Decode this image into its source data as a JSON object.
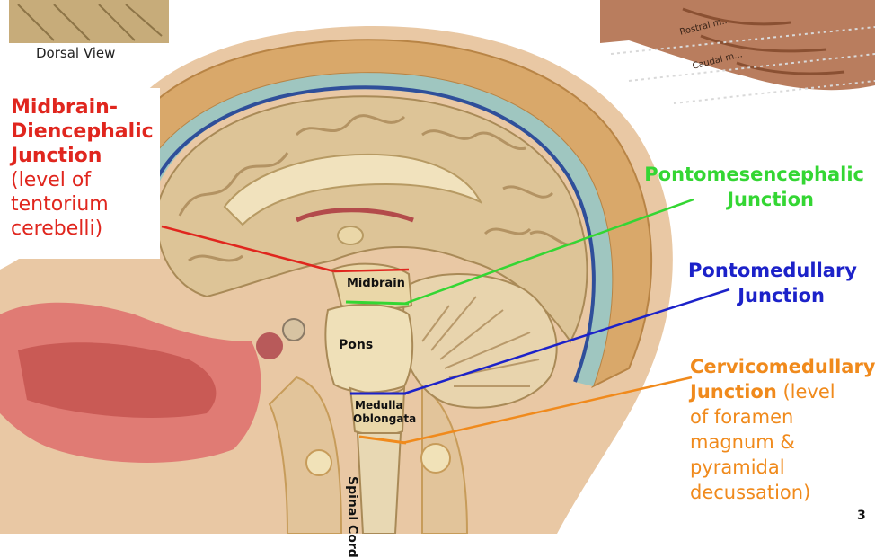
{
  "thumbnail_caption": "Dorsal View",
  "labels": {
    "midbrain_diencephalic": {
      "line1": "Midbrain-",
      "line2": "Diencephalic",
      "line3": "Junction",
      "line4": "(level of",
      "line5": "tentorium",
      "line6": "cerebelli)"
    },
    "pontomesencephalic": {
      "line1": "Pontomesencephalic",
      "line2": "Junction"
    },
    "pontomedullary": {
      "line1": "Pontomedullary",
      "line2": "Junction"
    },
    "cervicomedullary": {
      "line1": "Cervicomedullary",
      "line2a": "Junction",
      "line2b": " (level",
      "line3": "of foramen",
      "line4": "magnum &",
      "line5": "pyramidal",
      "line6": "decussation)"
    }
  },
  "structures": {
    "midbrain": "Midbrain",
    "pons": "Pons",
    "medulla_1": "Medulla",
    "medulla_2": "Oblongata",
    "spinal_cord": "Spinal Cord"
  },
  "inset_labels": {
    "rostral": "Rostral m...",
    "caudal": "Caudal m..."
  },
  "slide_number": "3",
  "colors": {
    "red": "#e0261e",
    "green": "#34d633",
    "blue": "#1c22c9",
    "orange": "#f08a1c"
  }
}
